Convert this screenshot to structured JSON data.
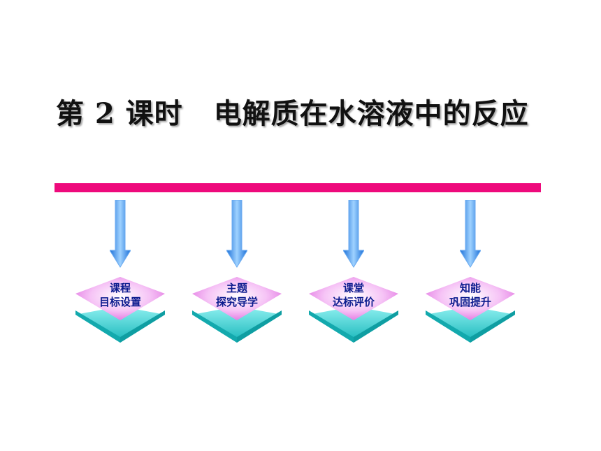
{
  "slide": {
    "title_part1": "第 2 课时",
    "title_part2": "电解质在水溶液中的反应"
  },
  "modules": [
    {
      "line1": "课程",
      "line2": "目标设置"
    },
    {
      "line1": "主题",
      "line2": "探究导学"
    },
    {
      "line1": "课堂",
      "line2": "达标评价"
    },
    {
      "line1": "知能",
      "line2": "巩固提升"
    }
  ],
  "colors": {
    "bar": "#ee0a7c",
    "arrow": "#3a8ff0",
    "box_top": "#f08ef0",
    "box_side": "#20c4c8",
    "label": "#0b1b8e"
  }
}
